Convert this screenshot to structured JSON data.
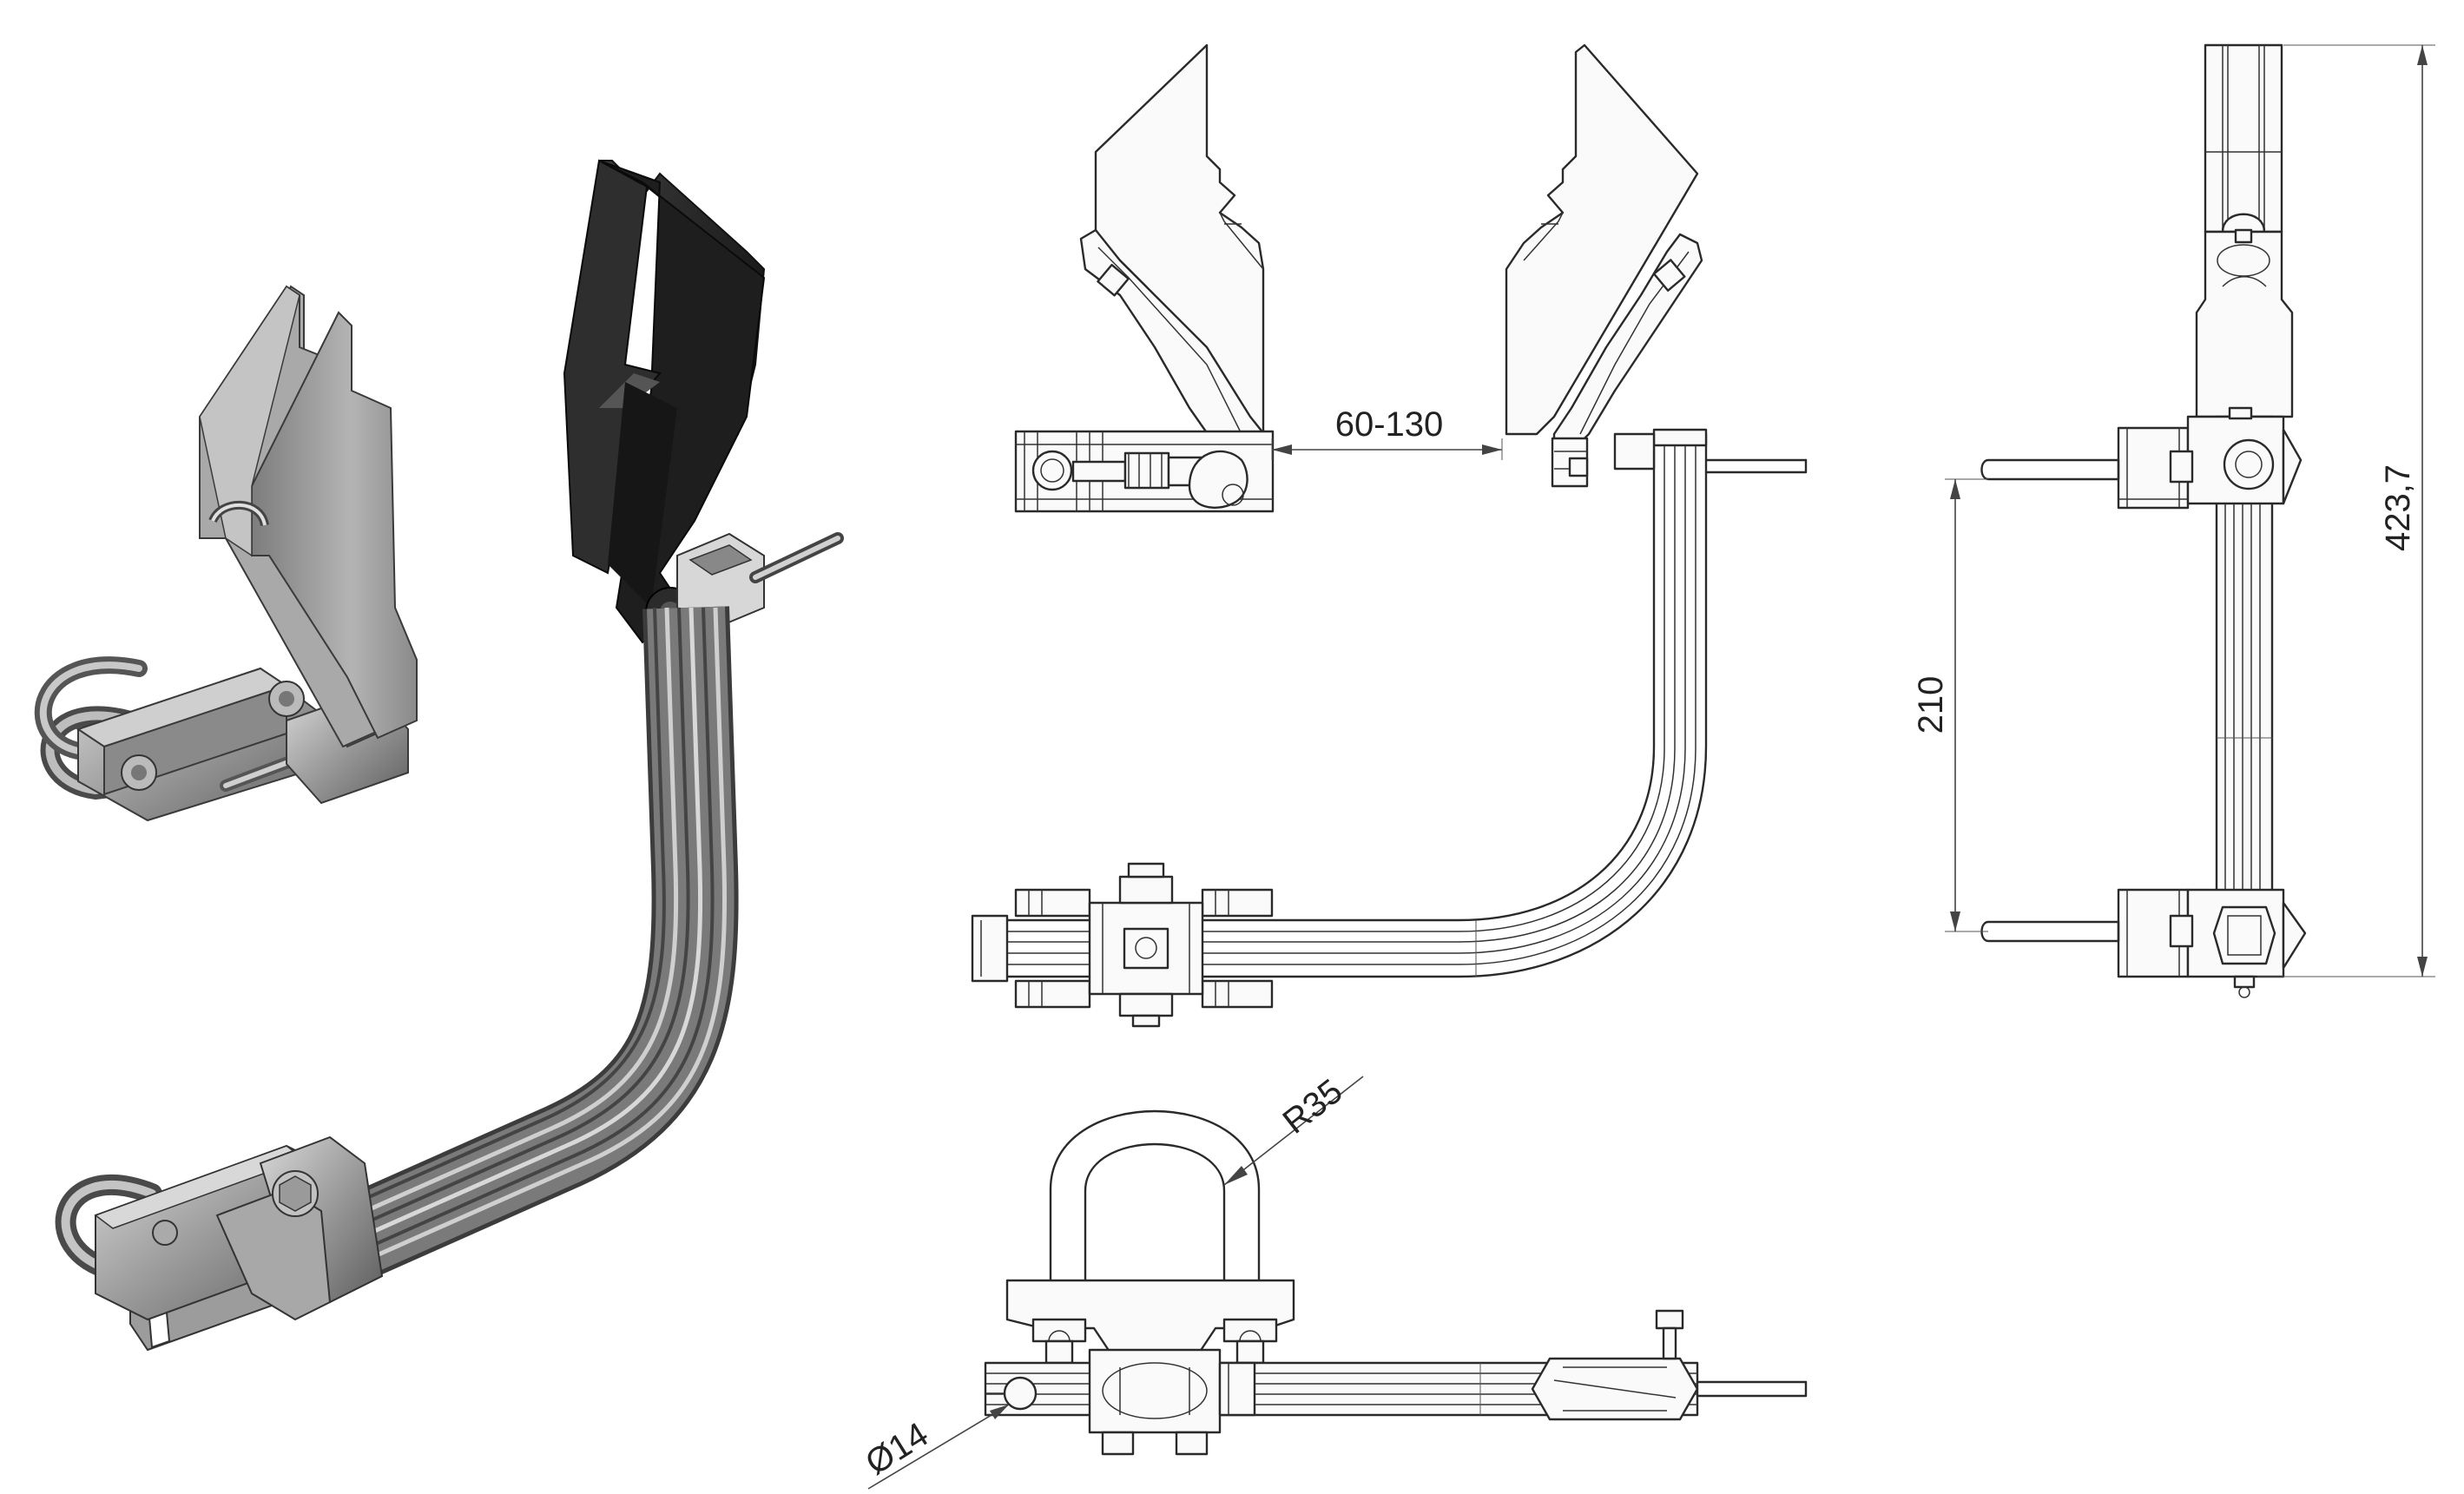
{
  "dimensions": {
    "gap": "60-130",
    "height_total": "423,7",
    "spacing": "210",
    "radius": "R35",
    "diameter": "Ø14"
  },
  "colors": {
    "line": "#2a2a2a",
    "render_body": "#8c8c8c",
    "render_dark": "#1c1c1c",
    "render_light": "#c9c9c9"
  }
}
